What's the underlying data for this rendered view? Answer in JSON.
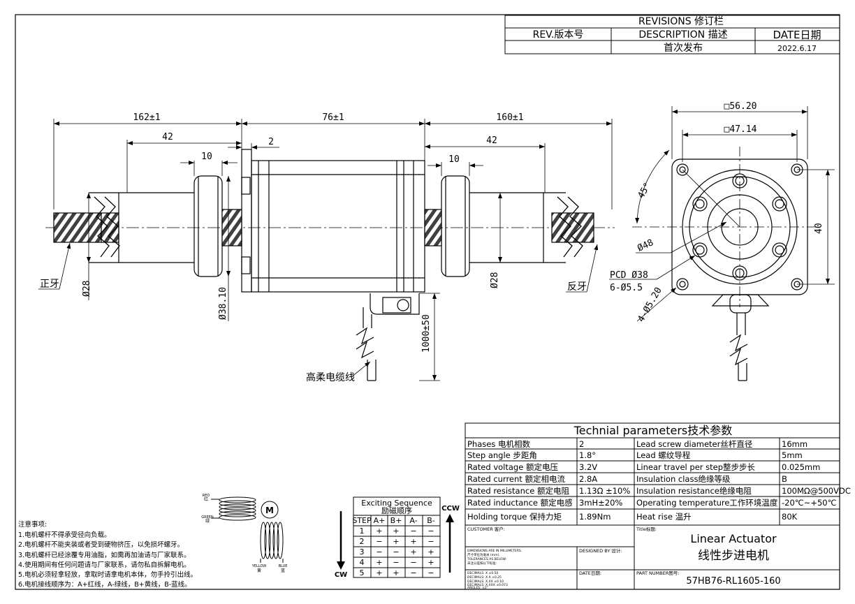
{
  "revisions": {
    "title": "REVISIONS 修订栏",
    "col_rev": "REV.版本号",
    "col_desc": "DESCRIPTION 描述",
    "col_date": "DATE日期",
    "row1_desc": "首次发布",
    "row1_date": "2022.6.17"
  },
  "dims": {
    "left_len": "162±1",
    "left_42": "42",
    "left_10": "10",
    "flange_2": "2",
    "body_76": "76±1",
    "right_len": "160±1",
    "right_42": "42",
    "right_10": "10",
    "dia28_left": "Ø28",
    "dia28_right": "Ø28",
    "dia38": "Ø38.10",
    "cable_len": "1000±50",
    "sq56": "□56.20",
    "sq47": "□47.14",
    "angle45": "45°",
    "dia48": "Ø48",
    "pcd": "PCD Ø38",
    "holes6": "6-Ø5.5",
    "holes4": "4-Ø5.20",
    "dim40": "40"
  },
  "labels": {
    "thread_left": "正牙",
    "thread_right": "反牙",
    "cable": "高柔电缆线"
  },
  "params": {
    "title": "Technial parameters技术参数",
    "rows": [
      [
        "Phases 电机相数",
        "2",
        "Lead screw diameter丝杆直径",
        "16mm"
      ],
      [
        "Step angle 步距角",
        "1.8°",
        "Lead 螺纹导程",
        "5mm"
      ],
      [
        "Rated voltage 额定电压",
        "3.2V",
        "Linear travel per step整步步长",
        "0.025mm"
      ],
      [
        "Rated current 额定相电流",
        "2.8A",
        "Insulation class绝缘等级",
        "B"
      ],
      [
        "Rated resistance 额定电阻",
        "1.13Ω ±10%",
        "Insulation resistance绝缘电阻",
        "100MΩ@500VDC"
      ],
      [
        "Rated inductance 额定电感",
        "3mH±20%",
        "Operating temperature工作环境温度",
        "-20℃~+50℃"
      ],
      [
        "Holding torque 保持力矩",
        "1.89Nm",
        "Heat rise 温升",
        "80K"
      ]
    ]
  },
  "titleblock": {
    "customer": "CUSTOMER 客户:",
    "title_label": "Title标题:",
    "title_en": "Linear Actuator",
    "title_cn": "线性步进电机",
    "dim_note1": "DIMENSIONS ARE IN MILLIMETERS.",
    "dim_note2": "尺寸单位为毫米 (mm).",
    "dim_note3": "TOLERANCES AS BELOW:",
    "dim_note4": "未注公差按以下标准:",
    "tol1": "DECIMALS: X    ±0.50",
    "tol2": "DECIMALS: X.X   ±0.25",
    "tol3": "DECIMALS: X.XX  ±0.10",
    "tol4": "DECIMALS: X.XXX ±0.073",
    "tol5": "ANGLES:  ±2°",
    "designed": "DESIGNED BY 设计:",
    "date": "DATE日期:",
    "part_label": "PART NUMBER图号:",
    "part_number": "57HB76-RL1605-160"
  },
  "sequence": {
    "title_en": "Exciting Sequence",
    "title_cn": "励磁顺序",
    "headers": [
      "STEP",
      "A+",
      "B+",
      "A-",
      "B-"
    ],
    "rows": [
      [
        "1",
        "+",
        "+",
        "−",
        "−"
      ],
      [
        "2",
        "−",
        "+",
        "+",
        "−"
      ],
      [
        "3",
        "−",
        "−",
        "+",
        "+"
      ],
      [
        "4",
        "+",
        "−",
        "−",
        "+"
      ],
      [
        "5",
        "+",
        "+",
        "−",
        "−"
      ]
    ],
    "ccw": "CCW",
    "cw": "CW"
  },
  "wiring": {
    "red_en": "RED",
    "red_cn": "红",
    "green_en": "GREEN",
    "green_cn": "绿",
    "yellow_en": "YELLOW",
    "yellow_cn": "黄",
    "blue_en": "BLUE",
    "blue_cn": "蓝",
    "motor": "M"
  },
  "notes": {
    "title": "注意事项:",
    "items": [
      "1.电机螺杆不得承受径向负载。",
      "2.电机螺杆不能夹装或者受到硬物挤压，以免损坏螺牙。",
      "3.电机螺杆已经涂覆专用油脂，如需再加油请与厂家联系。",
      "4.使用期间有任何问题请与厂家联系，请勿私自拆解电机。",
      "5.电机必须轻拿轻放，拿取时请拿电机本体，勿手拎引出线。",
      "6.电机接线顺序为：A+红线，A-绿线，B+黄线，B-蓝线。"
    ]
  }
}
